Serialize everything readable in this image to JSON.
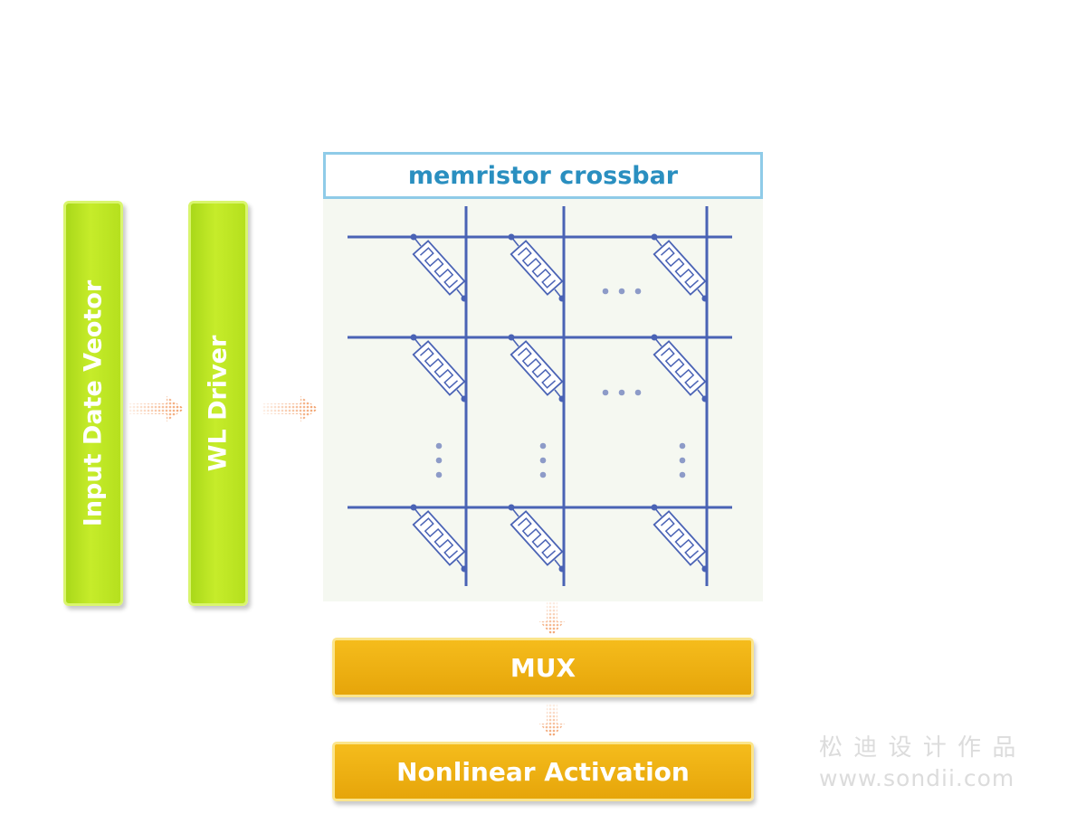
{
  "input_block": {
    "label": "Input Date Veotor"
  },
  "driver_block": {
    "label": "WL Driver"
  },
  "crossbar": {
    "title": "memristor crossbar",
    "ellipsis_glyph": "…"
  },
  "mux_block": {
    "label": "MUX"
  },
  "activation_block": {
    "label": "Nonlinear Activation"
  },
  "watermark": {
    "line1": "松 迪 设 计 作 品",
    "line2": "www.sondii.com"
  },
  "colors": {
    "lime_block": "#b8e322",
    "wire_blue": "#4a63b5",
    "title_text": "#2a8fc0",
    "gold_block": "#eaa80f",
    "arrow_orange": "#f2a06a"
  }
}
